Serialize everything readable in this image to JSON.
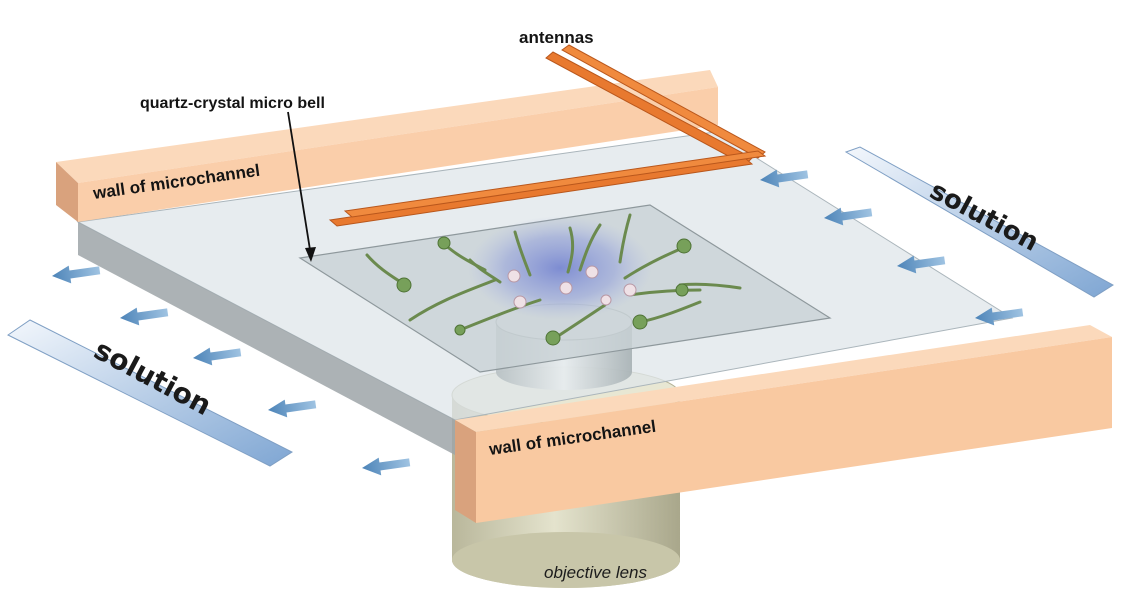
{
  "labels": {
    "antennas": "antennas",
    "micro_bell": "quartz-crystal micro bell",
    "wall_top": "wall of microchannel",
    "wall_bottom": "wall of microchannel",
    "solution_left": "solution",
    "solution_right": "solution",
    "objective": "objective lens"
  },
  "colors": {
    "wall_front": "#f9c9a1",
    "wall_side": "#d9a27d",
    "antenna": "#e8792f",
    "flow_arrow": "#5b95c6",
    "glass": "#cfd9df",
    "lens": "#d7d6bd",
    "glow": "#7f8fd6",
    "fiber": "#6b8a4e",
    "cell": "#77a05a"
  },
  "icons": {
    "flow": "arrow-left-icon"
  }
}
